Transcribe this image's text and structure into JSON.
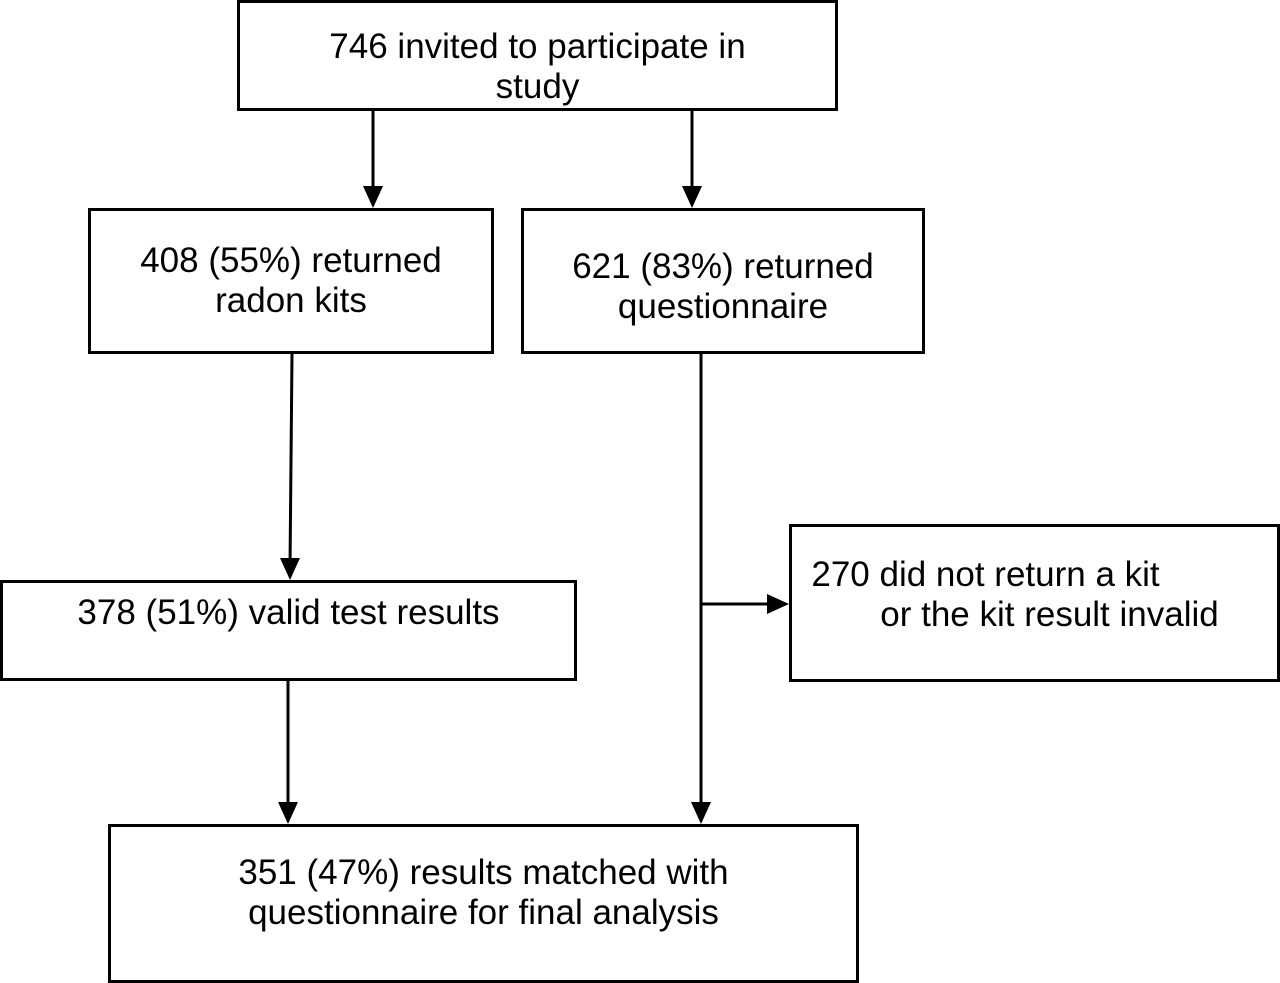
{
  "flowchart": {
    "invited": {
      "line1": "746 invited to participate in",
      "line2": "study"
    },
    "radon_kits": {
      "line1": "408 (55%) returned",
      "line2": "radon kits"
    },
    "questionnaire": {
      "line1": "621 (83%) returned",
      "line2": "questionnaire"
    },
    "valid_results": {
      "line1": "378 (51%) valid test results"
    },
    "excluded": {
      "line1": "270 did not return a kit",
      "line2": "or the kit result invalid"
    },
    "final_analysis": {
      "line1": "351 (47%) results matched with",
      "line2": "questionnaire for final analysis"
    }
  }
}
